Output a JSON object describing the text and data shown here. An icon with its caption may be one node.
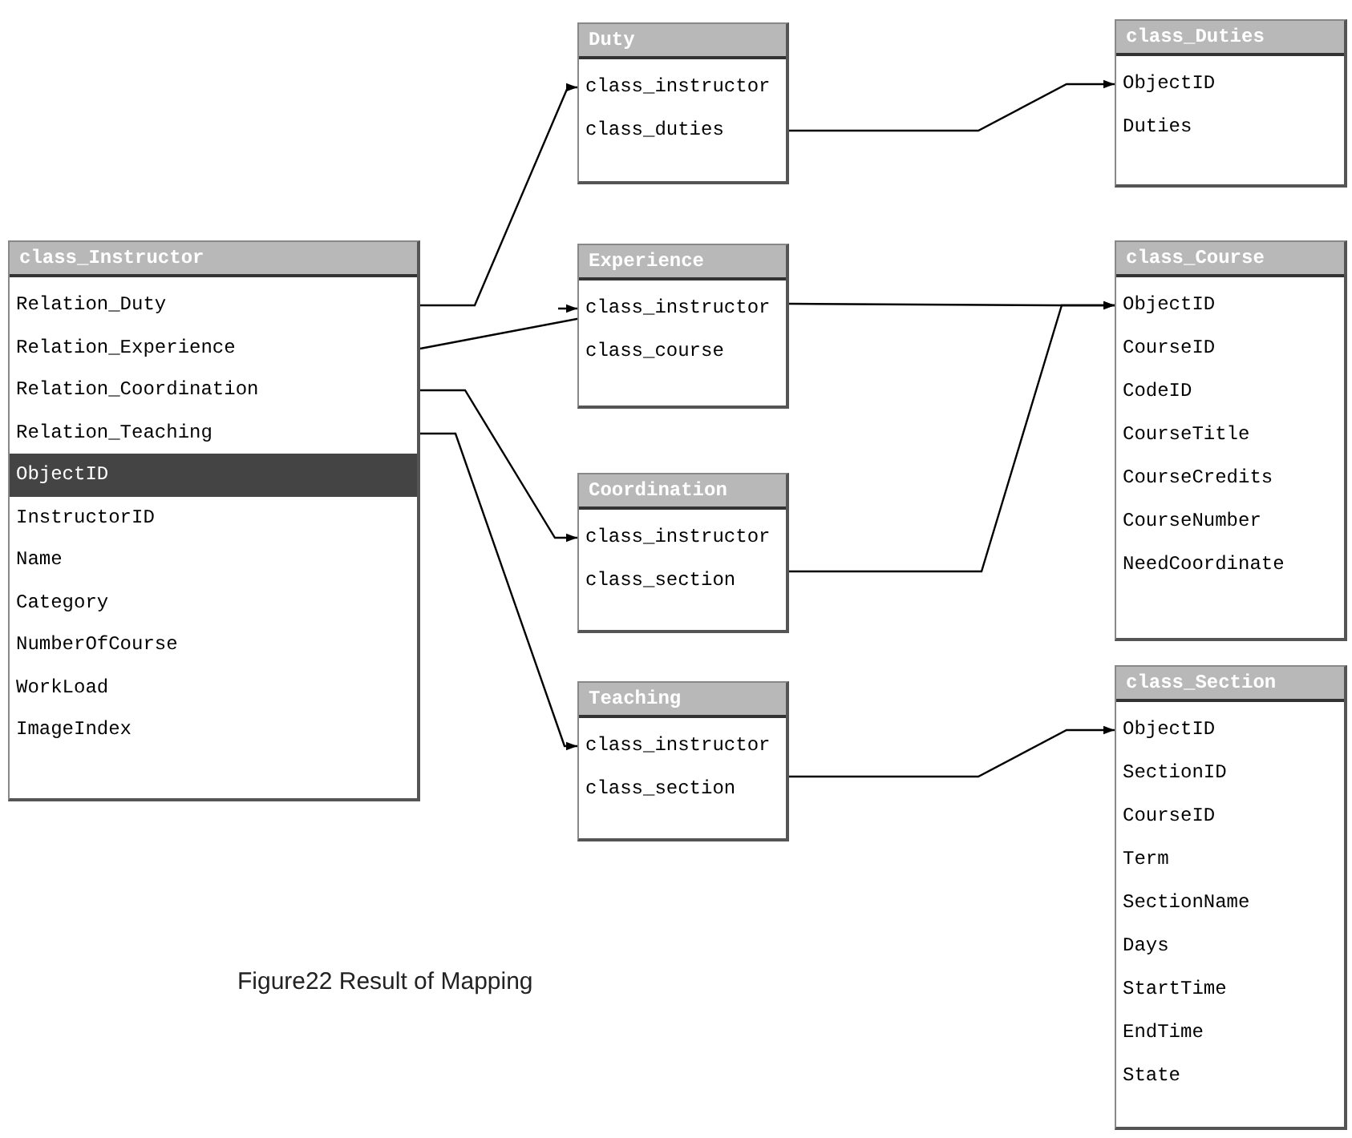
{
  "diagram": {
    "caption": "Figure22 Result of Mapping",
    "nodes": [
      {
        "text": [
          "class_Instructor",
          "Relation_Duty",
          "Relation_Experience",
          "Relation_Coordination",
          "Relation_Teaching",
          "ObjectID",
          "InstructorID",
          "Name",
          "Category",
          "NumberOfCourse",
          "WorkLoad",
          "ImageIndex"
        ]
      },
      {
        "text": [
          "Duty",
          "class_instructor",
          "class_duties"
        ]
      },
      {
        "text": [
          "Experience",
          "class_instructor",
          "class_course"
        ]
      },
      {
        "text": [
          "Coordination",
          "class_instructor",
          "class_section"
        ]
      },
      {
        "text": [
          "Teaching",
          "class_instructor",
          "class_section"
        ]
      },
      {
        "text": [
          "class_Duties",
          "ObjectID",
          "Duties"
        ]
      },
      {
        "text": [
          "class_Course",
          "ObjectID",
          "CourseID",
          "CodeID",
          "CourseTitle",
          "CourseCredits",
          "CourseNumber",
          "NeedCoordinate"
        ]
      },
      {
        "text": [
          "class_Section",
          "ObjectID",
          "SectionID",
          "CourseID",
          "Term",
          "SectionName",
          "Days",
          "StartTime",
          "EndTime",
          "State"
        ]
      }
    ],
    "edges": [
      {
        "from": 0,
        "to": 1,
        "arrow": "to"
      },
      {
        "from": 0,
        "to": 2,
        "arrow": "to"
      },
      {
        "from": 0,
        "to": 3,
        "arrow": "to"
      },
      {
        "from": 0,
        "to": 4,
        "arrow": "to"
      },
      {
        "from": 1,
        "to": 5,
        "arrow": "to"
      },
      {
        "from": 2,
        "to": 6,
        "arrow": "to"
      },
      {
        "from": 3,
        "to": 6,
        "arrow": "to"
      },
      {
        "from": 4,
        "to": 7,
        "arrow": "to"
      }
    ]
  }
}
